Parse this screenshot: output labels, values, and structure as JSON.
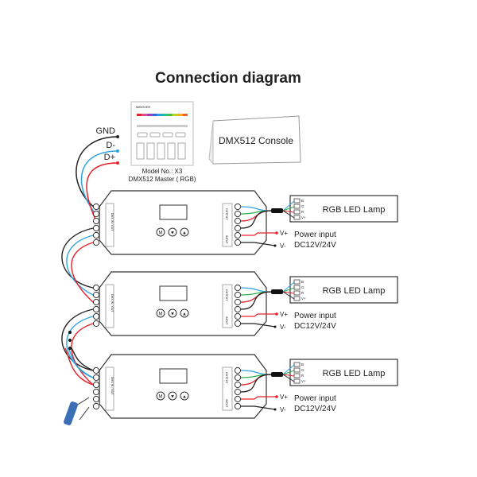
{
  "title": "Connection diagram",
  "master": {
    "brand": "MiBOXER",
    "model": "Model No.: X3",
    "name": "DMX512 Master ( RGB)"
  },
  "console": {
    "label": "DMX512 Console"
  },
  "bus_wires": [
    {
      "label": "GND",
      "color": "#222222"
    },
    {
      "label": "D-",
      "color": "#2ea3e0"
    },
    {
      "label": "D+",
      "color": "#e8202a"
    }
  ],
  "units": [
    {
      "lamp": "RGB LED Lamp",
      "vplus": "V+",
      "vminus": "V-",
      "power": "Power input",
      "voltage": "DC12V/24V"
    },
    {
      "lamp": "RGB LED Lamp",
      "vplus": "V+",
      "vminus": "V-",
      "power": "Power input",
      "voltage": "DC12V/24V"
    },
    {
      "lamp": "RGB LED Lamp",
      "vplus": "V+",
      "vminus": "V-",
      "power": "Power input",
      "voltage": "DC12V/24V"
    }
  ],
  "lamp_pins": [
    "B",
    "G",
    "R",
    "V+"
  ],
  "decoder_labels": {
    "dmx": "DMX IN / OUT",
    "output": "OUTPUT",
    "input": "INPUT"
  },
  "buttons": [
    "M",
    "▼",
    "▲"
  ],
  "colors": {
    "red": "#e8202a",
    "blue": "#2ea3e0",
    "green": "#2bb04a",
    "black": "#222222",
    "resistor": "#3a6fb5"
  }
}
